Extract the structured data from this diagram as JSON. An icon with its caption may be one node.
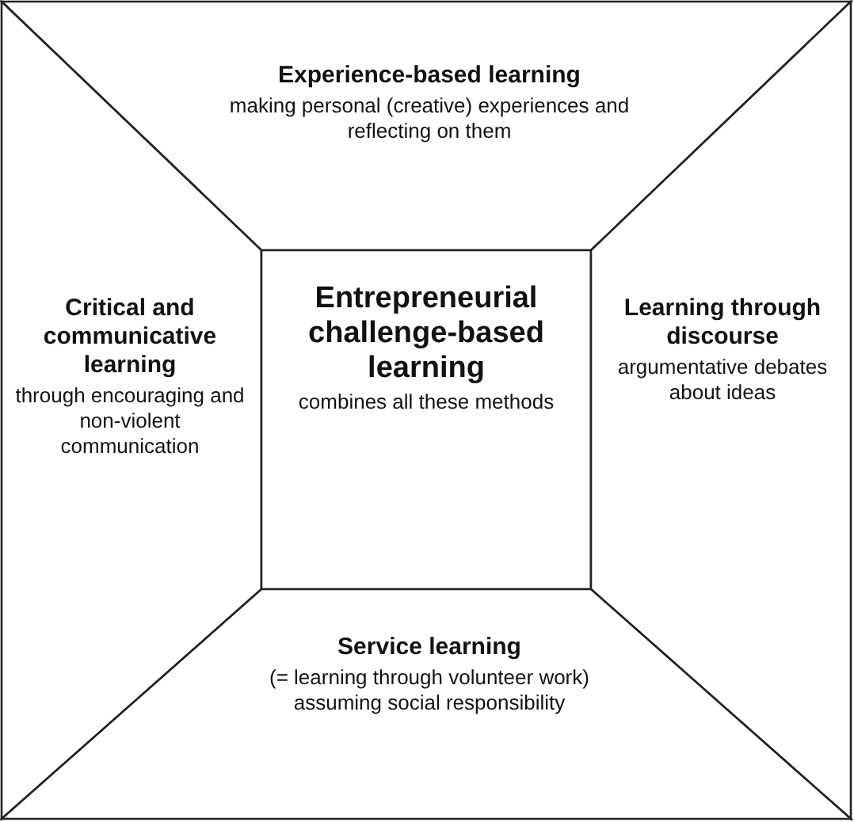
{
  "diagram": {
    "nodes": [
      {
        "text": [
          "Experience-based learning",
          "making personal (creative) experiences and reflecting on them"
        ]
      },
      {
        "text": [
          "Critical and communicative learning",
          "through encouraging and non-violent communication"
        ]
      },
      {
        "text": [
          "Entrepreneurial challenge-based learning",
          "combines all these methods"
        ]
      },
      {
        "text": [
          "Learning through discourse",
          "argumentative debates about ideas"
        ]
      },
      {
        "text": [
          "Service learning",
          "(= learning through volunteer work) assuming social responsibility"
        ]
      }
    ]
  }
}
